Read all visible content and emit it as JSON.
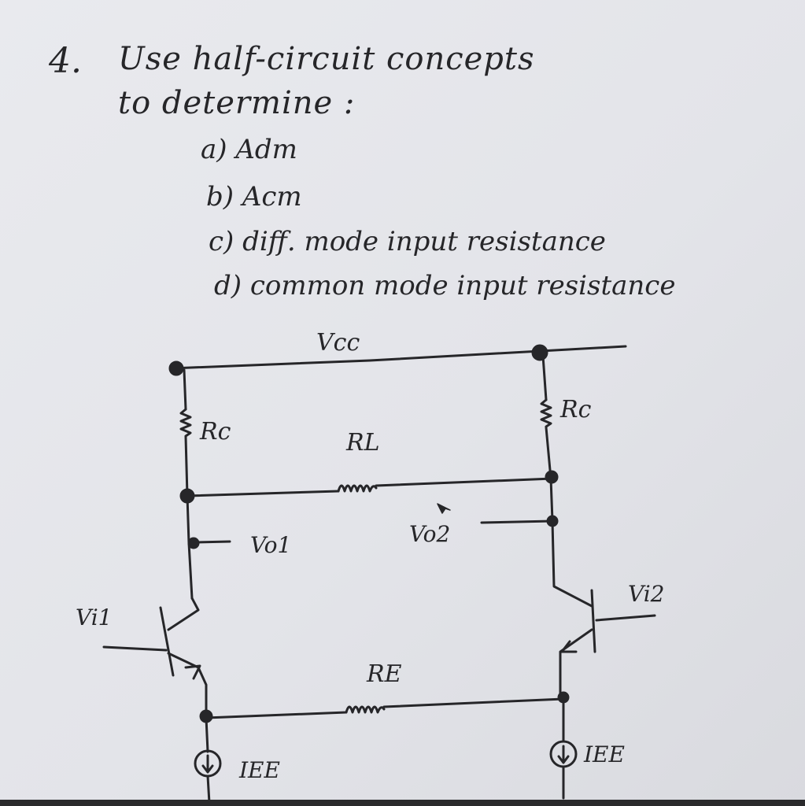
{
  "question": {
    "number": "4.",
    "line1": "Use half-circuit concepts",
    "line2": "to determine :",
    "options": [
      "a) Adm",
      "b) Acm",
      "c) diff. mode input resistance",
      "d) common mode input resistance"
    ]
  },
  "circuit": {
    "supply_label": "Vcc",
    "rc_left_label": "Rc",
    "rc_right_label": "Rc",
    "rl_label": "RL",
    "re_label": "RE",
    "vo1_label": "Vo1",
    "vo2_label": "Vo2",
    "vi1_label": "Vi1",
    "vi2_label": "Vi2",
    "iee_left_label": "IEE",
    "iee_right_label": "IEE"
  },
  "colors": {
    "ink": "#262629",
    "paper": "#e6e7eb"
  }
}
